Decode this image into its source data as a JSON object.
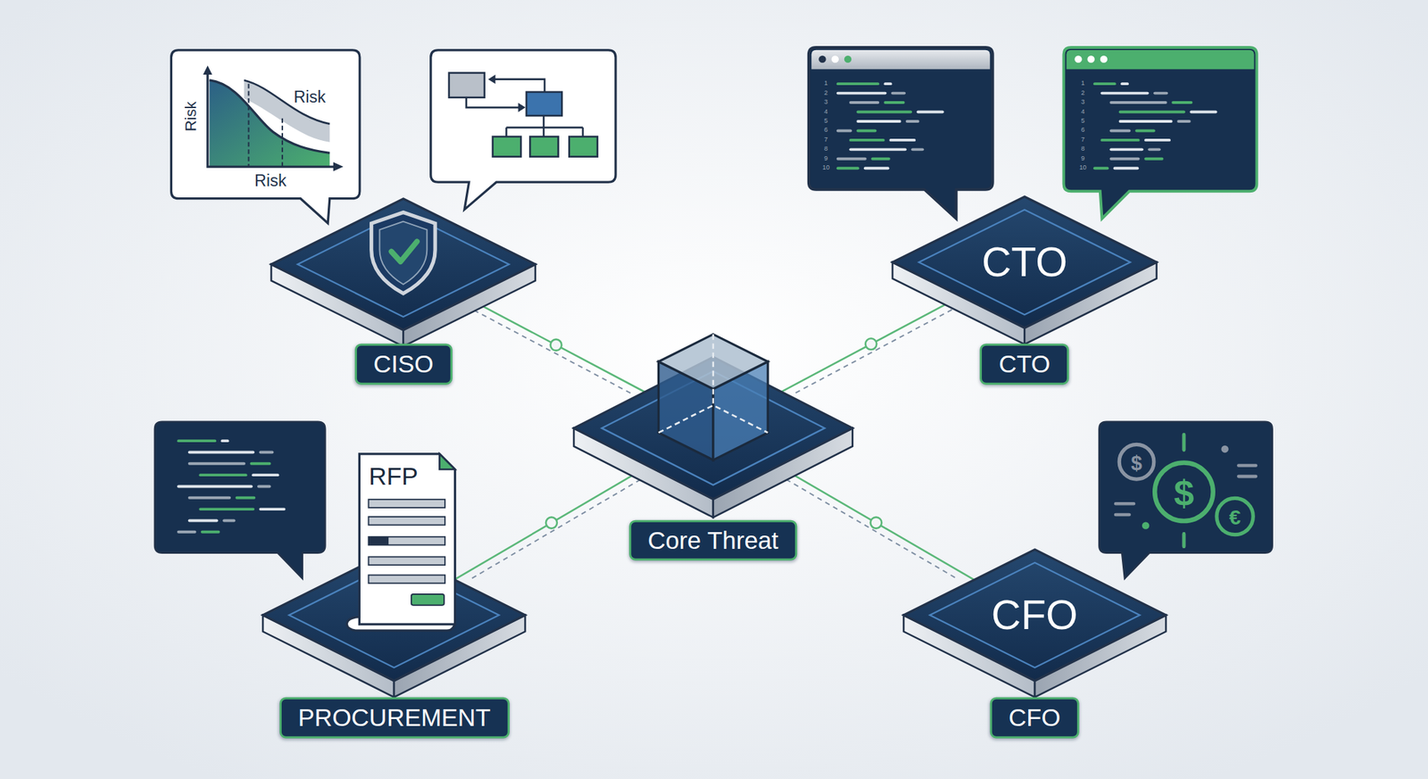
{
  "diagram": {
    "nodes": [
      {
        "text": [
          "CISO"
        ]
      },
      {
        "text": [
          "CTO",
          "CTO"
        ]
      },
      {
        "text": [
          "Core Threat"
        ]
      },
      {
        "text": [
          "PROCUREMENT"
        ]
      },
      {
        "text": [
          "CFO",
          "CFO"
        ]
      }
    ],
    "edges": [
      {
        "from": 2,
        "to": 0,
        "arrow": "none"
      },
      {
        "from": 2,
        "to": 1,
        "arrow": "none"
      },
      {
        "from": 2,
        "to": 3,
        "arrow": "none"
      },
      {
        "from": 2,
        "to": 4,
        "arrow": "none"
      }
    ],
    "labels": [
      "Risk",
      "Risk",
      "Risk",
      "RFP",
      "1",
      "2",
      "3",
      "4",
      "5",
      "6",
      "7",
      "8",
      "9",
      "10",
      "1",
      "2",
      "3",
      "4",
      "5",
      "6",
      "7",
      "8",
      "9",
      "10",
      "$",
      "$",
      "€"
    ]
  }
}
